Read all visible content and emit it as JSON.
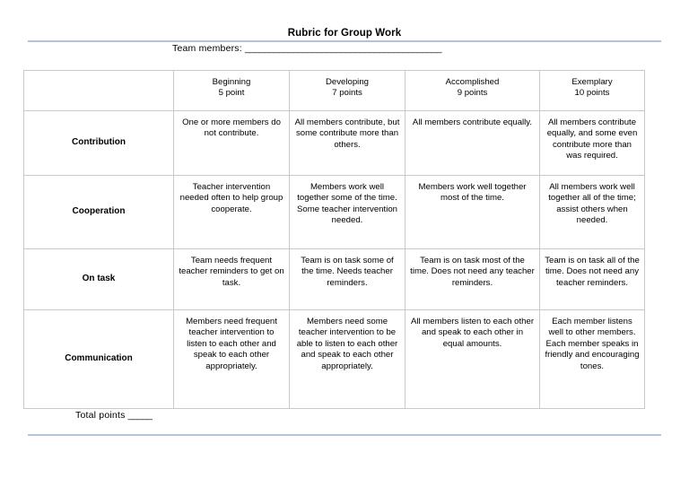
{
  "document": {
    "title": "Rubric for Group Work",
    "team_members_label": "Team members:",
    "team_members_blank": "_________________________________________",
    "total_points_label": "Total points",
    "total_points_blank": "_____",
    "accent_rule_color": "#b4c3d6",
    "table_border_color": "#c9c9c9"
  },
  "table": {
    "headers": [
      {
        "label": "",
        "points": ""
      },
      {
        "label": "Beginning",
        "points": "5 point"
      },
      {
        "label": "Developing",
        "points": "7 points"
      },
      {
        "label": "Accomplished",
        "points": "9 points"
      },
      {
        "label": "Exemplary",
        "points": "10 points"
      }
    ],
    "rows": [
      {
        "criteria": "Contribution",
        "beginning": "One or more members do not contribute.",
        "developing": "All members contribute, but some contribute more than others.",
        "accomplished": "All members contribute equally.",
        "exemplary": "All members contribute equally, and some even contribute more than was required."
      },
      {
        "criteria": "Cooperation",
        "beginning": "Teacher intervention needed often to help group cooperate.",
        "developing": "Members work well together some of the time. Some teacher intervention needed.",
        "accomplished": "Members work well together most of the time.",
        "exemplary": "All members work well together all of the time; assist others when needed."
      },
      {
        "criteria": "On task",
        "beginning": "Team needs frequent teacher reminders to get on task.",
        "developing": "Team is on task some of the time. Needs teacher reminders.",
        "accomplished": "Team is on task most of the time. Does not need any teacher reminders.",
        "exemplary": "Team is on task all of the time. Does not need any teacher reminders."
      },
      {
        "criteria": "Communication",
        "beginning": "Members need frequent teacher intervention to listen to each other and speak to each other appropriately.",
        "developing": "Members need some teacher intervention to be able to listen to each other and speak to each other appropriately.",
        "accomplished": "All members listen to each other and speak to each other in equal amounts.",
        "exemplary": "Each member listens well to other members. Each member speaks in friendly and encouraging tones."
      }
    ]
  }
}
